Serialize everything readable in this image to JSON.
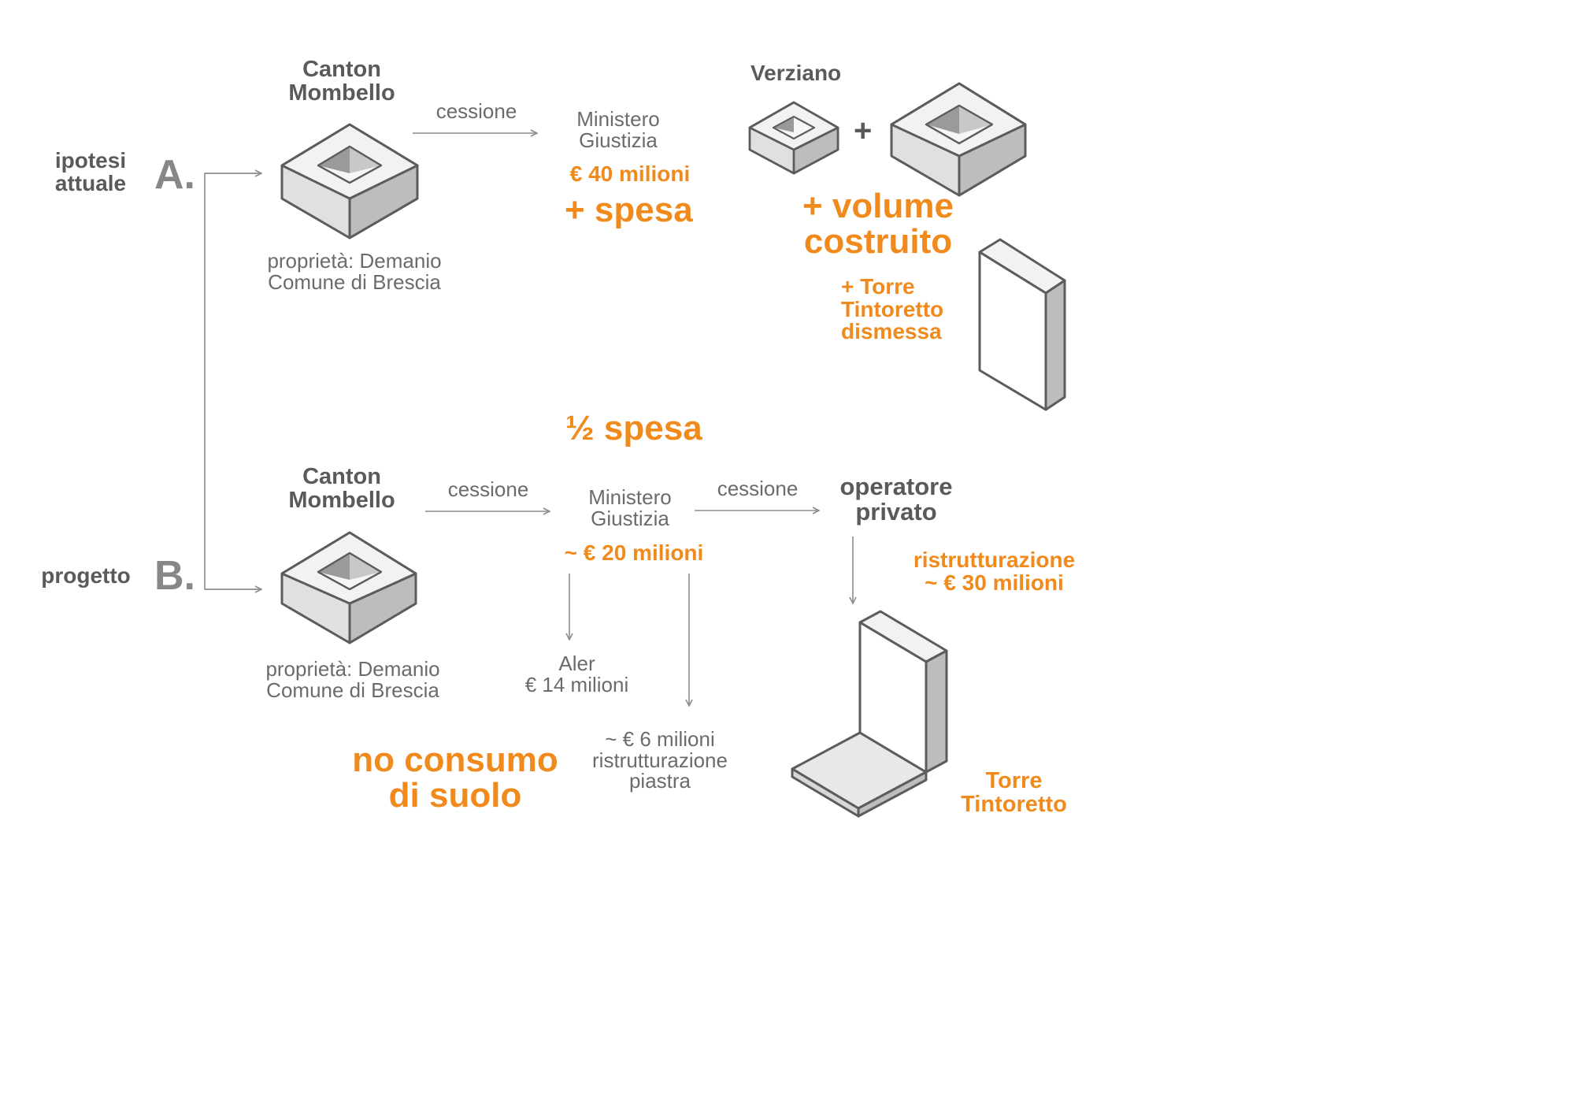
{
  "colors": {
    "orange": "#f08a1c",
    "dark_text": "#5a5a5a",
    "gray_text": "#6b6b6b",
    "letter_gray": "#878787",
    "arrow_gray": "#8c8c8c",
    "block_top": "#f2f2f2",
    "block_left": "#e0e0e0",
    "block_right": "#bdbdbd",
    "block_edge": "#5c5c5c"
  },
  "scenario_a": {
    "side_label": "ipotesi\nattuale",
    "letter": "A.",
    "site_title": "Canton\nMombello",
    "transfer": "cessione",
    "ministry": "Ministero\nGiustizia",
    "price": "€ 40 milioni",
    "cost_note": "+ spesa",
    "verziano_title": "Verziano",
    "plus_sign": "+",
    "volume_note": "+ volume\ncostruito",
    "ownership": "proprietà: Demanio\nComune di Brescia",
    "tower_note": "+ Torre\nTintoretto\ndismessa"
  },
  "middle": {
    "half_cost": "½ spesa"
  },
  "scenario_b": {
    "side_label": "progetto",
    "letter": "B.",
    "site_title": "Canton\nMombello",
    "transfer1": "cessione",
    "ministry": "Ministero\nGiustizia",
    "transfer2": "cessione",
    "operator": "operatore\nprivato",
    "price": "~ € 20 milioni",
    "renovation_note": "ristrutturazione\n~ € 30 milioni",
    "ownership": "proprietà: Demanio\nComune di Brescia",
    "aler": "Aler\n€ 14 milioni",
    "piastra": "~  € 6 milioni\nristrutturazione\npiastra",
    "no_soil": "no consumo\ndi suolo",
    "tower_label": "Torre\nTintoretto"
  }
}
